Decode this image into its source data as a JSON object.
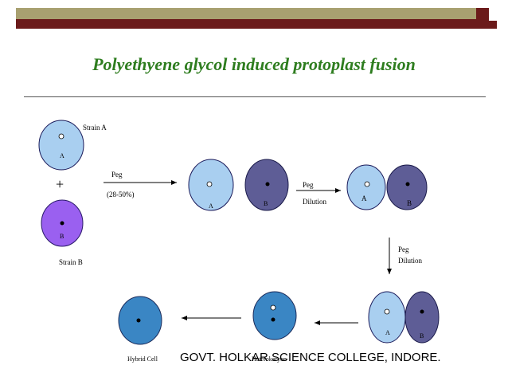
{
  "header": {
    "accent_color": "#6b1a1a",
    "bar_color": "#a8a070"
  },
  "title": "Polyethyene glycol induced protoplast fusion",
  "diagram": {
    "strain_a": "Strain A",
    "strain_b": "Strain B",
    "plus": "+",
    "label_a": "A",
    "label_b": "B",
    "peg": "Peg",
    "peg_range": "(28-50%)",
    "peg2": "Peg",
    "dilution": "Dilution",
    "peg3": "Peg",
    "dilution2": "Dilution",
    "hybrid_cell": "Hybrid Cell",
    "heterokaryon": "Heterokaryon"
  },
  "footer": "GOVT. HOLKAR SCIENCE COLLEGE, INDORE."
}
